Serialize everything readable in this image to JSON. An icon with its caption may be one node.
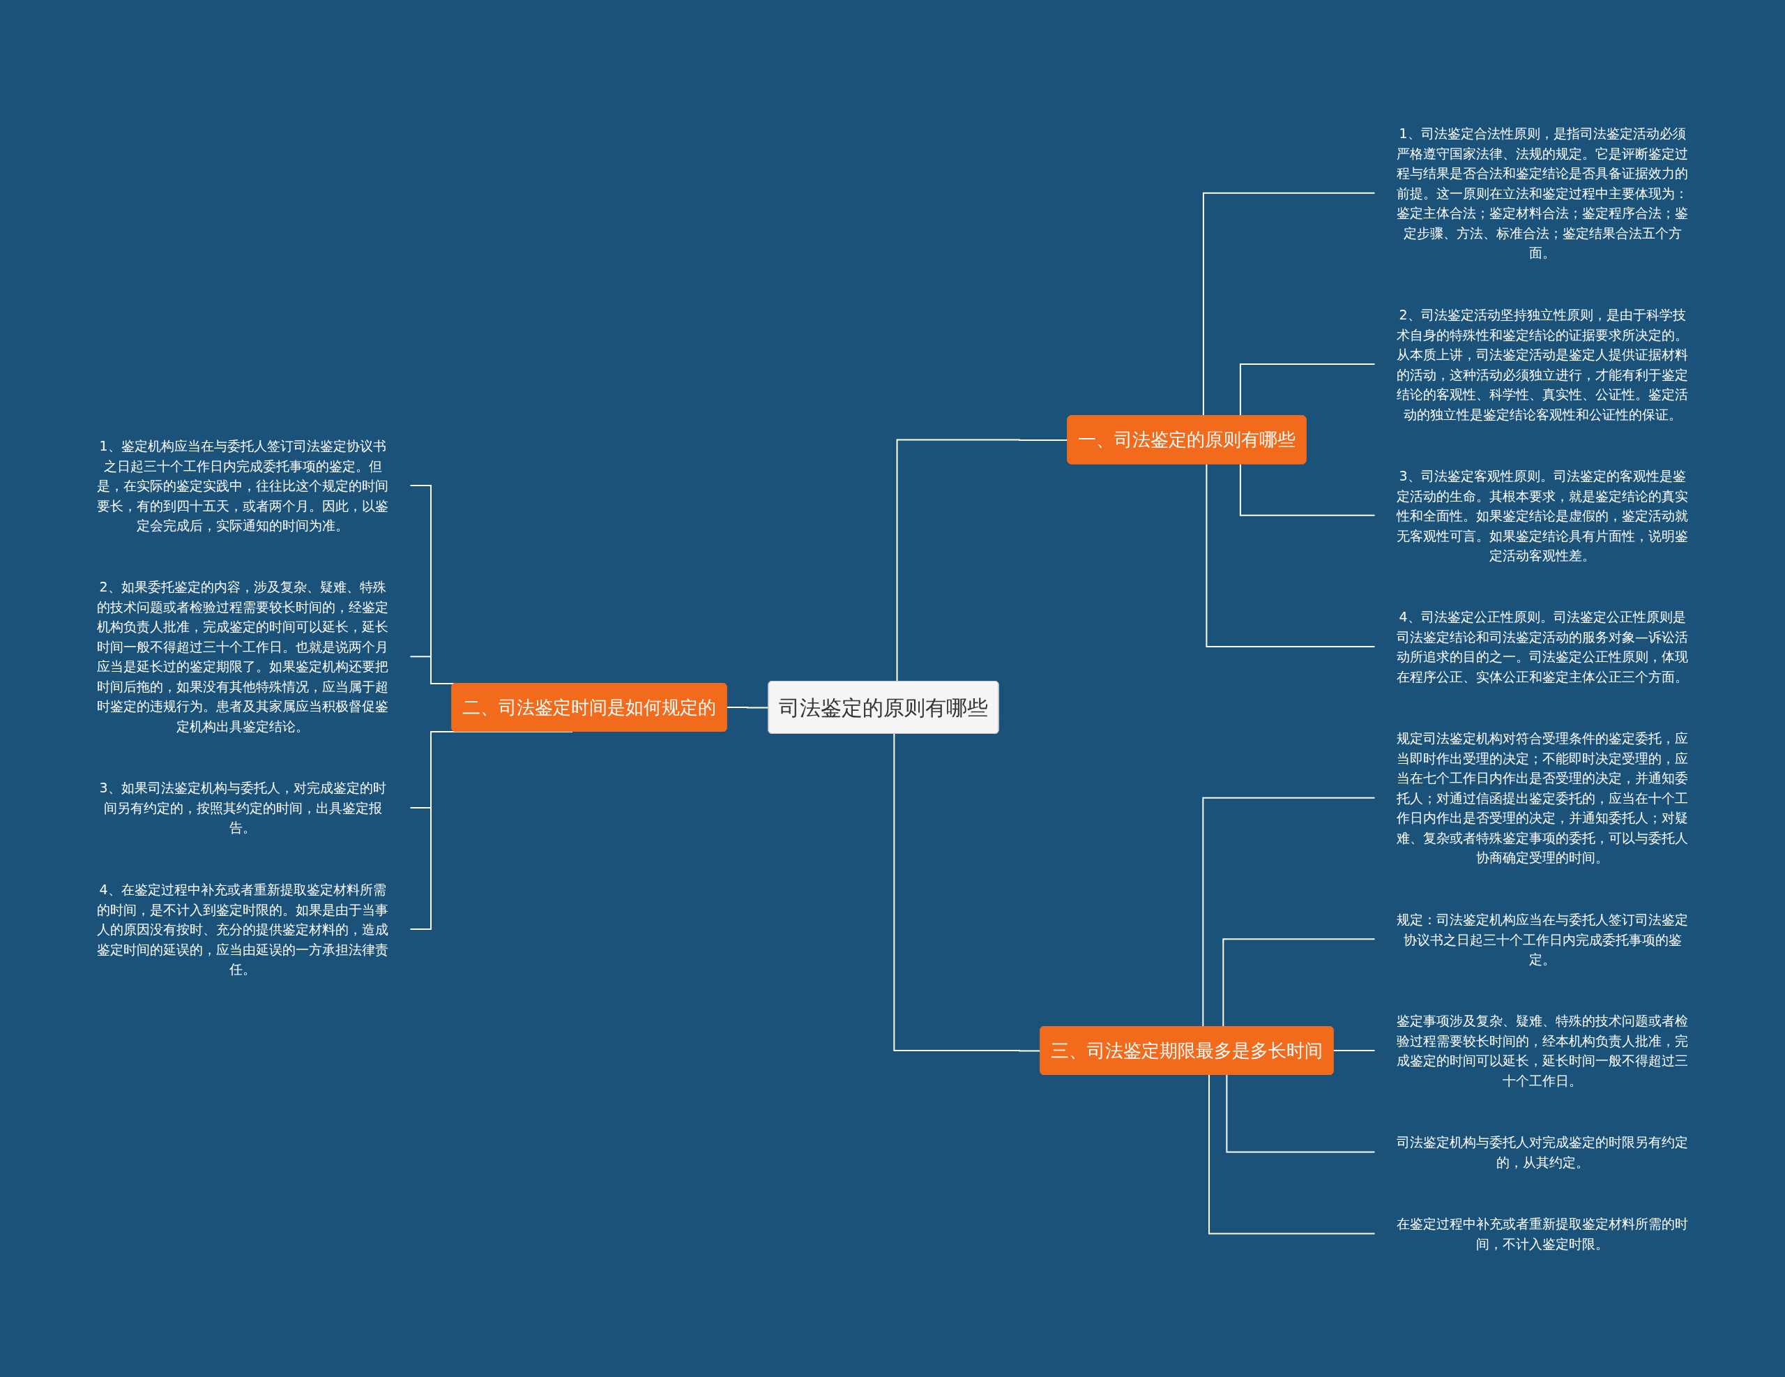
{
  "diagram": {
    "nodes": [
      {
        "text": [
          "司法鉴定的原则有哪些"
        ]
      },
      {
        "text": [
          "一、司法鉴定的原则有哪些"
        ]
      },
      {
        "text": [
          "1、司法鉴定合法性原则，是指司法鉴定活动必须严格遵守国家法律、法规的规定。它是评断鉴定过程与结果是否合法和鉴定结论是否具备证据效力的前提。这一原则在立法和鉴定过程中主要体现为：鉴定主体合法；鉴定材料合法；鉴定程序合法；鉴定步骤、方法、标准合法；鉴定结果合法五个方面。"
        ]
      },
      {
        "text": [
          "2、司法鉴定活动坚持独立性原则，是由于科学技术自身的特殊性和鉴定结论的证据要求所决定的。从本质上讲，司法鉴定活动是鉴定人提供证据材料的活动，这种活动必须独立进行，才能有利于鉴定结论的客观性、科学性、真实性、公证性。鉴定活动的独立性是鉴定结论客观性和公证性的保证。"
        ]
      },
      {
        "text": [
          "3、司法鉴定客观性原则。司法鉴定的客观性是鉴定活动的生命。其根本要求，就是鉴定结论的真实性和全面性。如果鉴定结论是虚假的，鉴定活动就无客观性可言。如果鉴定结论具有片面性，说明鉴定活动客观性差。"
        ]
      },
      {
        "text": [
          "4、司法鉴定公正性原则。司法鉴定公正性原则是司法鉴定结论和司法鉴定活动的服务对象—诉讼活动所追求的目的之一。司法鉴定公正性原则，体现在程序公正、实体公正和鉴定主体公正三个方面。"
        ]
      },
      {
        "text": [
          "二、司法鉴定时间是如何规定的"
        ]
      },
      {
        "text": [
          "1、鉴定机构应当在与委托人签订司法鉴定协议书之日起三十个工作日内完成委托事项的鉴定。但是，在实际的鉴定实践中，往往比这个规定的时间要长，有的到四十五天，或者两个月。因此，以鉴定会完成后，实际通知的时间为准。"
        ]
      },
      {
        "text": [
          "2、如果委托鉴定的内容，涉及复杂、疑难、特殊的技术问题或者检验过程需要较长时间的，经鉴定机构负责人批准，完成鉴定的时间可以延长，延长时间一般不得超过三十个工作日。也就是说两个月应当是延长过的鉴定期限了。如果鉴定机构还要把时间后拖的，如果没有其他特殊情况，应当属于超时鉴定的违规行为。患者及其家属应当积极督促鉴定机构出具鉴定结论。"
        ]
      },
      {
        "text": [
          "3、如果司法鉴定机构与委托人，对完成鉴定的时间另有约定的，按照其约定的时间，出具鉴定报告。"
        ]
      },
      {
        "text": [
          "4、在鉴定过程中补充或者重新提取鉴定材料所需的时间，是不计入到鉴定时限的。如果是由于当事人的原因没有按时、充分的提供鉴定材料的，造成鉴定时间的延误的，应当由延误的一方承担法律责任。"
        ]
      },
      {
        "text": [
          "三、司法鉴定期限最多是多长时间"
        ]
      },
      {
        "text": [
          "规定司法鉴定机构对符合受理条件的鉴定委托，应当即时作出受理的决定；不能即时决定受理的，应当在七个工作日内作出是否受理的决定，并通知委托人；对通过信函提出鉴定委托的，应当在十个工作日内作出是否受理的决定，并通知委托人；对疑难、复杂或者特殊鉴定事项的委托，可以与委托人协商确定受理的时间。"
        ]
      },
      {
        "text": [
          "规定：司法鉴定机构应当在与委托人签订司法鉴定协议书之日起三十个工作日内完成委托事项的鉴定。"
        ]
      },
      {
        "text": [
          "鉴定事项涉及复杂、疑难、特殊的技术问题或者检验过程需要较长时间的，经本机构负责人批准，完成鉴定的时间可以延长，延长时间一般不得超过三十个工作日。"
        ]
      },
      {
        "text": [
          "司法鉴定机构与委托人对完成鉴定的时限另有约定的，从其约定。"
        ]
      },
      {
        "text": [
          "在鉴定过程中补充或者重新提取鉴定材料所需的时间，不计入鉴定时限。"
        ]
      }
    ],
    "edges": [
      {
        "from": 0,
        "to": 1,
        "arrow": "none"
      },
      {
        "from": 1,
        "to": 2,
        "arrow": "none"
      },
      {
        "from": 1,
        "to": 3,
        "arrow": "none"
      },
      {
        "from": 1,
        "to": 4,
        "arrow": "none"
      },
      {
        "from": 1,
        "to": 5,
        "arrow": "none"
      },
      {
        "from": 6,
        "to": 0,
        "arrow": "none"
      },
      {
        "from": 7,
        "to": 6,
        "arrow": "none"
      },
      {
        "from": 8,
        "to": 6,
        "arrow": "none"
      },
      {
        "from": 9,
        "to": 6,
        "arrow": "none"
      },
      {
        "from": 10,
        "to": 6,
        "arrow": "none"
      },
      {
        "from": 0,
        "to": 11,
        "arrow": "none"
      },
      {
        "from": 11,
        "to": 12,
        "arrow": "none"
      },
      {
        "from": 11,
        "to": 13,
        "arrow": "none"
      },
      {
        "from": 11,
        "to": 14,
        "arrow": "none"
      },
      {
        "from": 11,
        "to": 15,
        "arrow": "none"
      },
      {
        "from": 11,
        "to": 16,
        "arrow": "none"
      }
    ]
  }
}
